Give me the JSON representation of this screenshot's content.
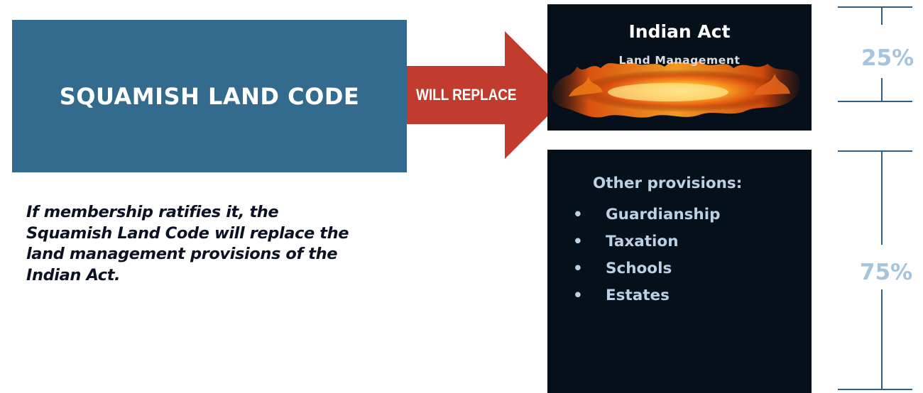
{
  "land_code": {
    "title": "SQUAMISH LAND CODE"
  },
  "arrow": {
    "label": "WILL REPLACE",
    "color": "#c13b2e"
  },
  "description": {
    "text": "If membership ratifies it, the Squamish Land Code will replace the land management provisions of the Indian Act."
  },
  "indian_act": {
    "title": "Indian Act",
    "subtitle": "Land Management",
    "share": "25%"
  },
  "other_provisions": {
    "heading": "Other provisions:",
    "bullet": "•",
    "items": [
      "Guardianship",
      "Taxation",
      "Schools",
      "Estates"
    ],
    "share": "75%"
  },
  "colors": {
    "land_code_box": "#336b8e",
    "panel_background": "#05101b",
    "percent_text": "#a7c4de",
    "bracket_line": "#2f5f86"
  }
}
